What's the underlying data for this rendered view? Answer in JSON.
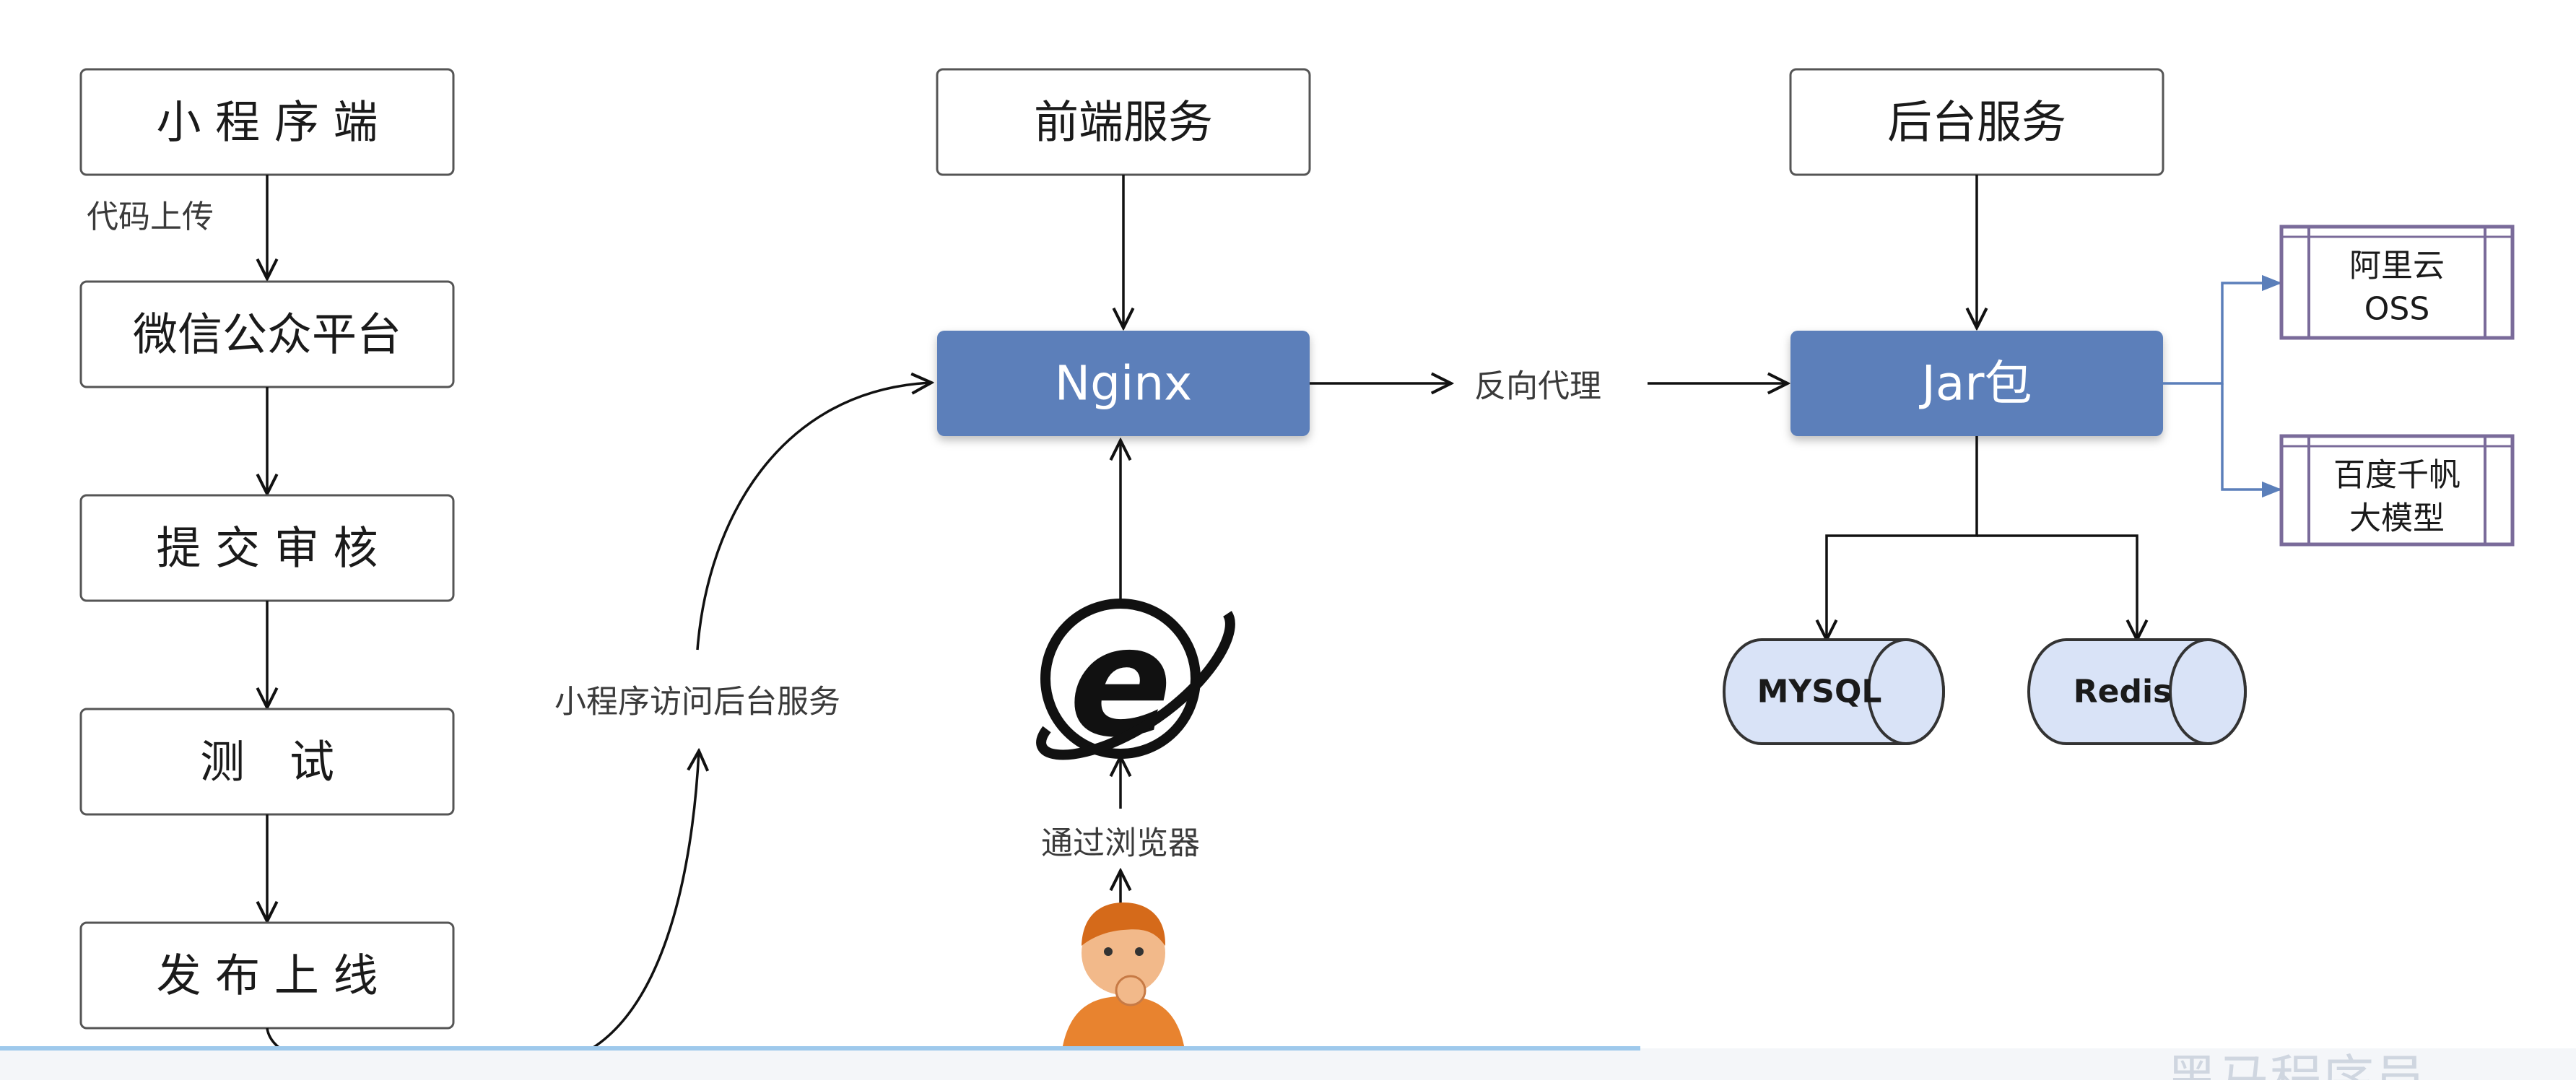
{
  "pipeline": {
    "mini_program": "小 程 序 端",
    "code_upload": "代码上传",
    "wechat_platform": "微信公众平台",
    "submit_review": "提 交 审 核",
    "test": "测　试",
    "release": "发 布 上 线"
  },
  "access_label": "小程序访问后台服务",
  "frontend": {
    "service": "前端服务",
    "nginx": "Nginx",
    "browser_label": "通过浏览器"
  },
  "reverse_proxy": "反向代理",
  "backend": {
    "service": "后台服务",
    "jar": "Jar包",
    "mysql": "MYSQL",
    "redis": "Redis",
    "oss_line1": "阿里云",
    "oss_line2": "OSS",
    "qianfan_line1": "百度千帆",
    "qianfan_line2": "大模型"
  },
  "watermark": "黑马程序员",
  "colors": {
    "blue_box": "#5b7fba",
    "db_fill": "#d9e3f7",
    "cloud_border": "#7a6b9a",
    "arrow": "#111111",
    "bottom_line": "#9ec9ec"
  }
}
